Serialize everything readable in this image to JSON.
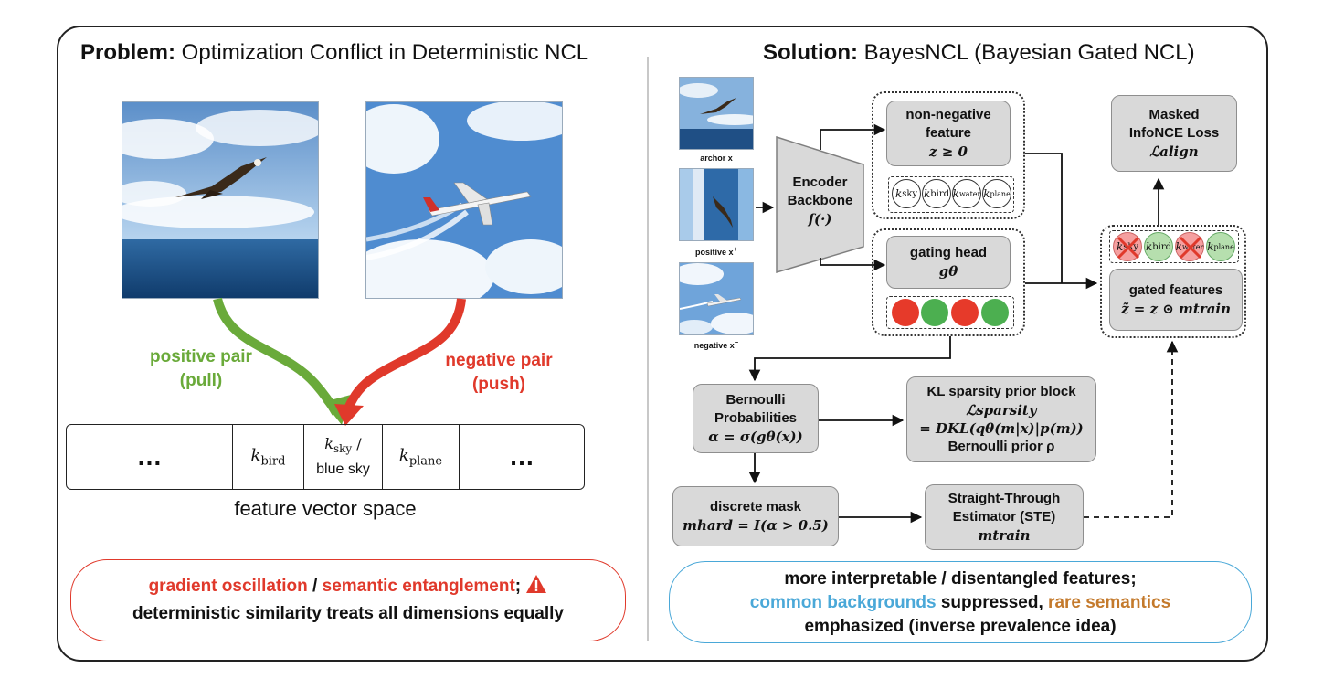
{
  "left": {
    "title_bold": "Problem:",
    "title_rest": " Optimization Conflict in Deterministic NCL",
    "positive_label": [
      "positive pair",
      "(pull)"
    ],
    "negative_label": [
      "negative pair",
      "(push)"
    ],
    "vector_cells": [
      "…",
      "k",
      "bird",
      "k",
      "sky",
      " /",
      "blue sky",
      "k",
      "plane",
      "…"
    ],
    "vector_caption": "feature vector space",
    "callout": {
      "part1": "gradient oscillation",
      "sep": " / ",
      "part2": "semantic entanglement",
      "part3": ";",
      "line2": "deterministic similarity treats all dimensions equally"
    }
  },
  "right": {
    "title_bold": "Solution:",
    "title_rest": " BayesNCL (Bayesian Gated NCL)",
    "captions": [
      "archor x",
      "positive x",
      "+",
      "negative x",
      "−"
    ],
    "encoder": [
      "Encoder",
      "Backbone",
      "f(·)"
    ],
    "nonneg": [
      "non-negative",
      "feature",
      "z  ≥ 0"
    ],
    "k_labels": [
      "sky",
      "bird",
      "water",
      "plane"
    ],
    "gating": [
      "gating head",
      "gθ"
    ],
    "masked": [
      "Masked",
      "InfoNCE Loss",
      "ℒalign"
    ],
    "gated": [
      "gated features",
      "z̃ = z ⊙ mtrain"
    ],
    "bernoulli": [
      "Bernoulli",
      "Probabilities",
      "α = σ(gθ(x))"
    ],
    "kl": [
      "KL sparsity prior block",
      "ℒsparsity",
      "= DKL(qθ(m|x)|p(m))",
      "Bernoulli prior ρ"
    ],
    "discrete": [
      "discrete mask",
      "mhard = I(α > 0.5)"
    ],
    "ste": [
      "Straight-Through",
      "Estimator (STE)",
      "mtrain"
    ],
    "callout": {
      "line1": "more interpretable / disentangled features;",
      "c1": "common backgrounds",
      "c2": " suppressed, ",
      "c3": "rare semantics",
      "line3": "emphasized (inverse prevalence idea)"
    }
  },
  "colors": {
    "green": "#6aaa3a",
    "red": "#e0392b",
    "blue": "#4aa8d8",
    "orange": "#c47a2c",
    "grayBox": "#d9d9d9",
    "gateRed": "#e63a2a",
    "gateGreen": "#4caf50"
  },
  "icons": [
    "warning-icon",
    "eagle-icon",
    "airplane-icon"
  ]
}
